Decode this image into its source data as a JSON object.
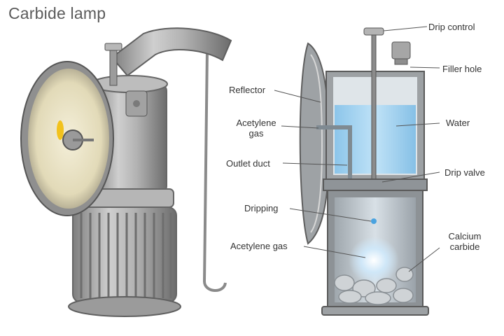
{
  "title": "Carbide lamp",
  "labels": {
    "drip_control": "Drip control",
    "filler_hole": "Filler hole",
    "reflector": "Reflector",
    "acetylene_gas_line1": "Acetylene",
    "acetylene_gas_line2": "gas",
    "water": "Water",
    "outlet_duct": "Outlet duct",
    "drip_valve": "Drip valve",
    "dripping": "Dripping",
    "acetylene_gas_bottom": "Acetylene gas",
    "calcium_line1": "Calcium",
    "calcium_line2": "carbide"
  },
  "colors": {
    "metal": "#a7a7a7",
    "metal_dark": "#6f6f6f",
    "reflector_inner": "#ece6cc",
    "water": "#a9d6f2",
    "flame": "#f2c21c",
    "gas_glow": "#e9f3fb"
  }
}
